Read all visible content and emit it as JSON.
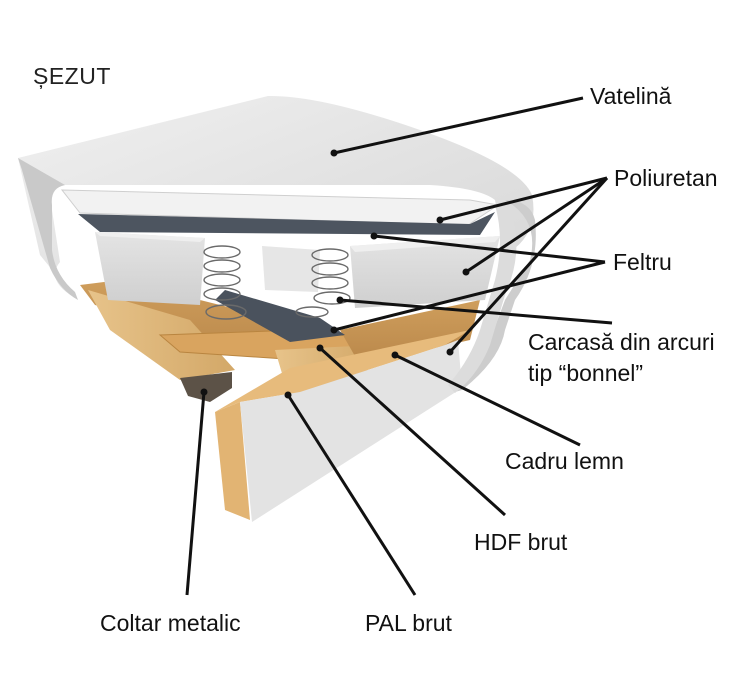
{
  "title": "ȘEZUT",
  "labels": {
    "vatelina": "Vatelină",
    "poliuretan": "Poliuretan",
    "feltru": "Feltru",
    "carcasa_line1": "Carcasă din arcuri",
    "carcasa_line2": "tip “bonnel”",
    "cadru_lemn": "Cadru lemn",
    "hdf_brut": "HDF brut",
    "coltar_metalic": "Coltar metalic",
    "pal_brut": "PAL brut"
  }
}
